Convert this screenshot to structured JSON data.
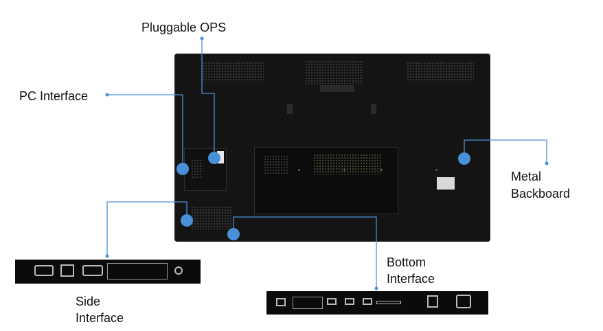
{
  "labels": {
    "pluggable_ops": "Pluggable OPS",
    "pc_interface": "PC Interface",
    "metal_backboard_line1": "Metal",
    "metal_backboard_line2": "Backboard",
    "bottom_interface_line1": "Bottom",
    "bottom_interface_line2": "Interface",
    "side_interface_line1": "Side",
    "side_interface_line2": "Interface"
  },
  "colors": {
    "callout": "#4a90d9",
    "panel": "#141414",
    "background": "#ffffff"
  }
}
